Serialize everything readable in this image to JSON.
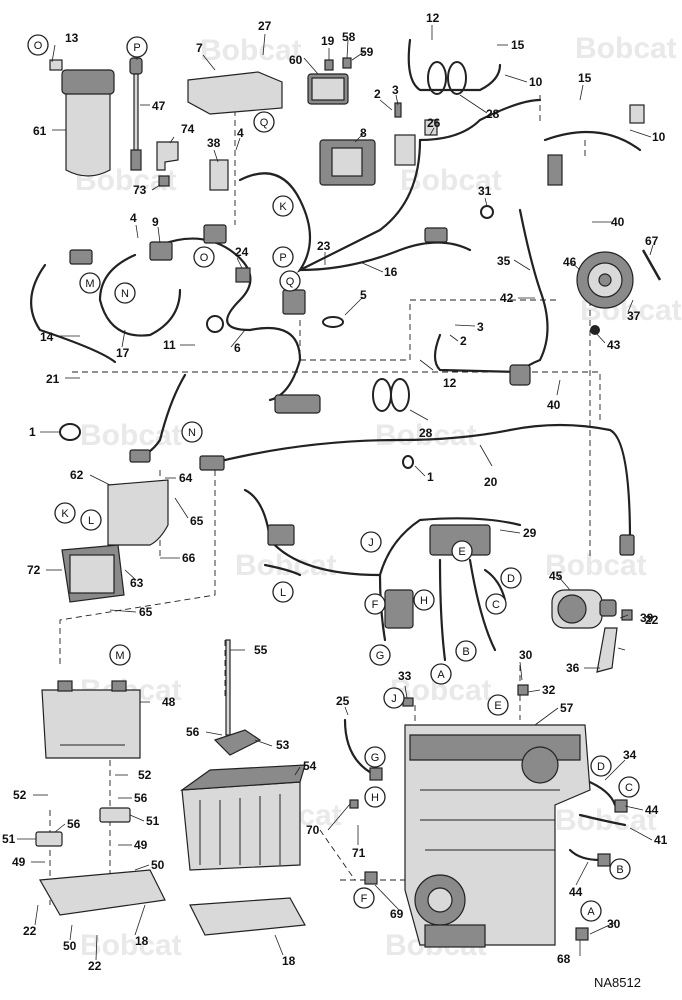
{
  "reference_code": "NA8512",
  "watermark_text": "Bobcat",
  "colors": {
    "ink": "#111111",
    "part_fill": "#d9d9d9",
    "part_dark": "#8a8a8a",
    "watermark": "#e9e9e9"
  },
  "callouts": {
    "c13": "13",
    "c61": "61",
    "c47": "47",
    "c7": "7",
    "c27": "27",
    "c19": "19",
    "c58": "58",
    "c59": "59",
    "c60": "60",
    "c12a": "12",
    "c15a": "15",
    "c10a": "10",
    "c28a": "28",
    "c15b": "15",
    "c10b": "10",
    "c2a": "2",
    "c3a": "3",
    "c8": "8",
    "c26": "26",
    "c74": "74",
    "c4a": "4",
    "c38": "38",
    "c73": "73",
    "c31": "31",
    "c40a": "40",
    "c67": "67",
    "c4b": "4",
    "c9": "9",
    "c24": "24",
    "c23": "23",
    "c16": "16",
    "c35": "35",
    "c46": "46",
    "c42": "42",
    "c37": "37",
    "c43": "43",
    "c5": "5",
    "c3b": "3",
    "c2b": "2",
    "c14": "14",
    "c17": "17",
    "c11": "11",
    "c6": "6",
    "c21": "21",
    "c12b": "12",
    "c40b": "40",
    "c28b": "28",
    "c1a": "1",
    "c1b": "1",
    "c20": "20",
    "c62": "62",
    "c64": "64",
    "c65a": "65",
    "c72": "72",
    "c63": "63",
    "c66": "66",
    "c65b": "65",
    "c29": "29",
    "c45": "45",
    "c39": "39",
    "c22a": "22",
    "c36": "36",
    "c55": "55",
    "c48": "48",
    "c30a": "30",
    "c33": "33",
    "c32": "32",
    "c57": "57",
    "c25": "25",
    "c56a": "56",
    "c53": "53",
    "c54": "54",
    "c34": "34",
    "c44a": "44",
    "c52a": "52",
    "c52b": "52",
    "c56b": "56",
    "c56c": "56",
    "c51a": "51",
    "c51b": "51",
    "c49a": "49",
    "c49b": "49",
    "c50a": "50",
    "c70": "70",
    "c71": "71",
    "c41": "41",
    "c44b": "44",
    "c22b": "22",
    "c18a": "18",
    "c50b": "50",
    "c22c": "22",
    "c18b": "18",
    "c69": "69",
    "c30b": "30",
    "c68": "68"
  },
  "connectors": {
    "o1": "O",
    "p1": "P",
    "q1": "Q",
    "k1": "K",
    "o2": "O",
    "p2": "P",
    "q2": "Q",
    "m1": "M",
    "n1": "N",
    "n2": "N",
    "k2": "K",
    "l1": "L",
    "l2": "L",
    "j1": "J",
    "e1": "E",
    "d1": "D",
    "c1": "C",
    "f1": "F",
    "h1": "H",
    "g1": "G",
    "a1": "A",
    "b1": "B",
    "m2": "M",
    "j2": "J",
    "e2": "E",
    "g2": "G",
    "d2": "D",
    "c2": "C",
    "h2": "H",
    "b2": "B",
    "f2": "F",
    "a2": "A"
  }
}
